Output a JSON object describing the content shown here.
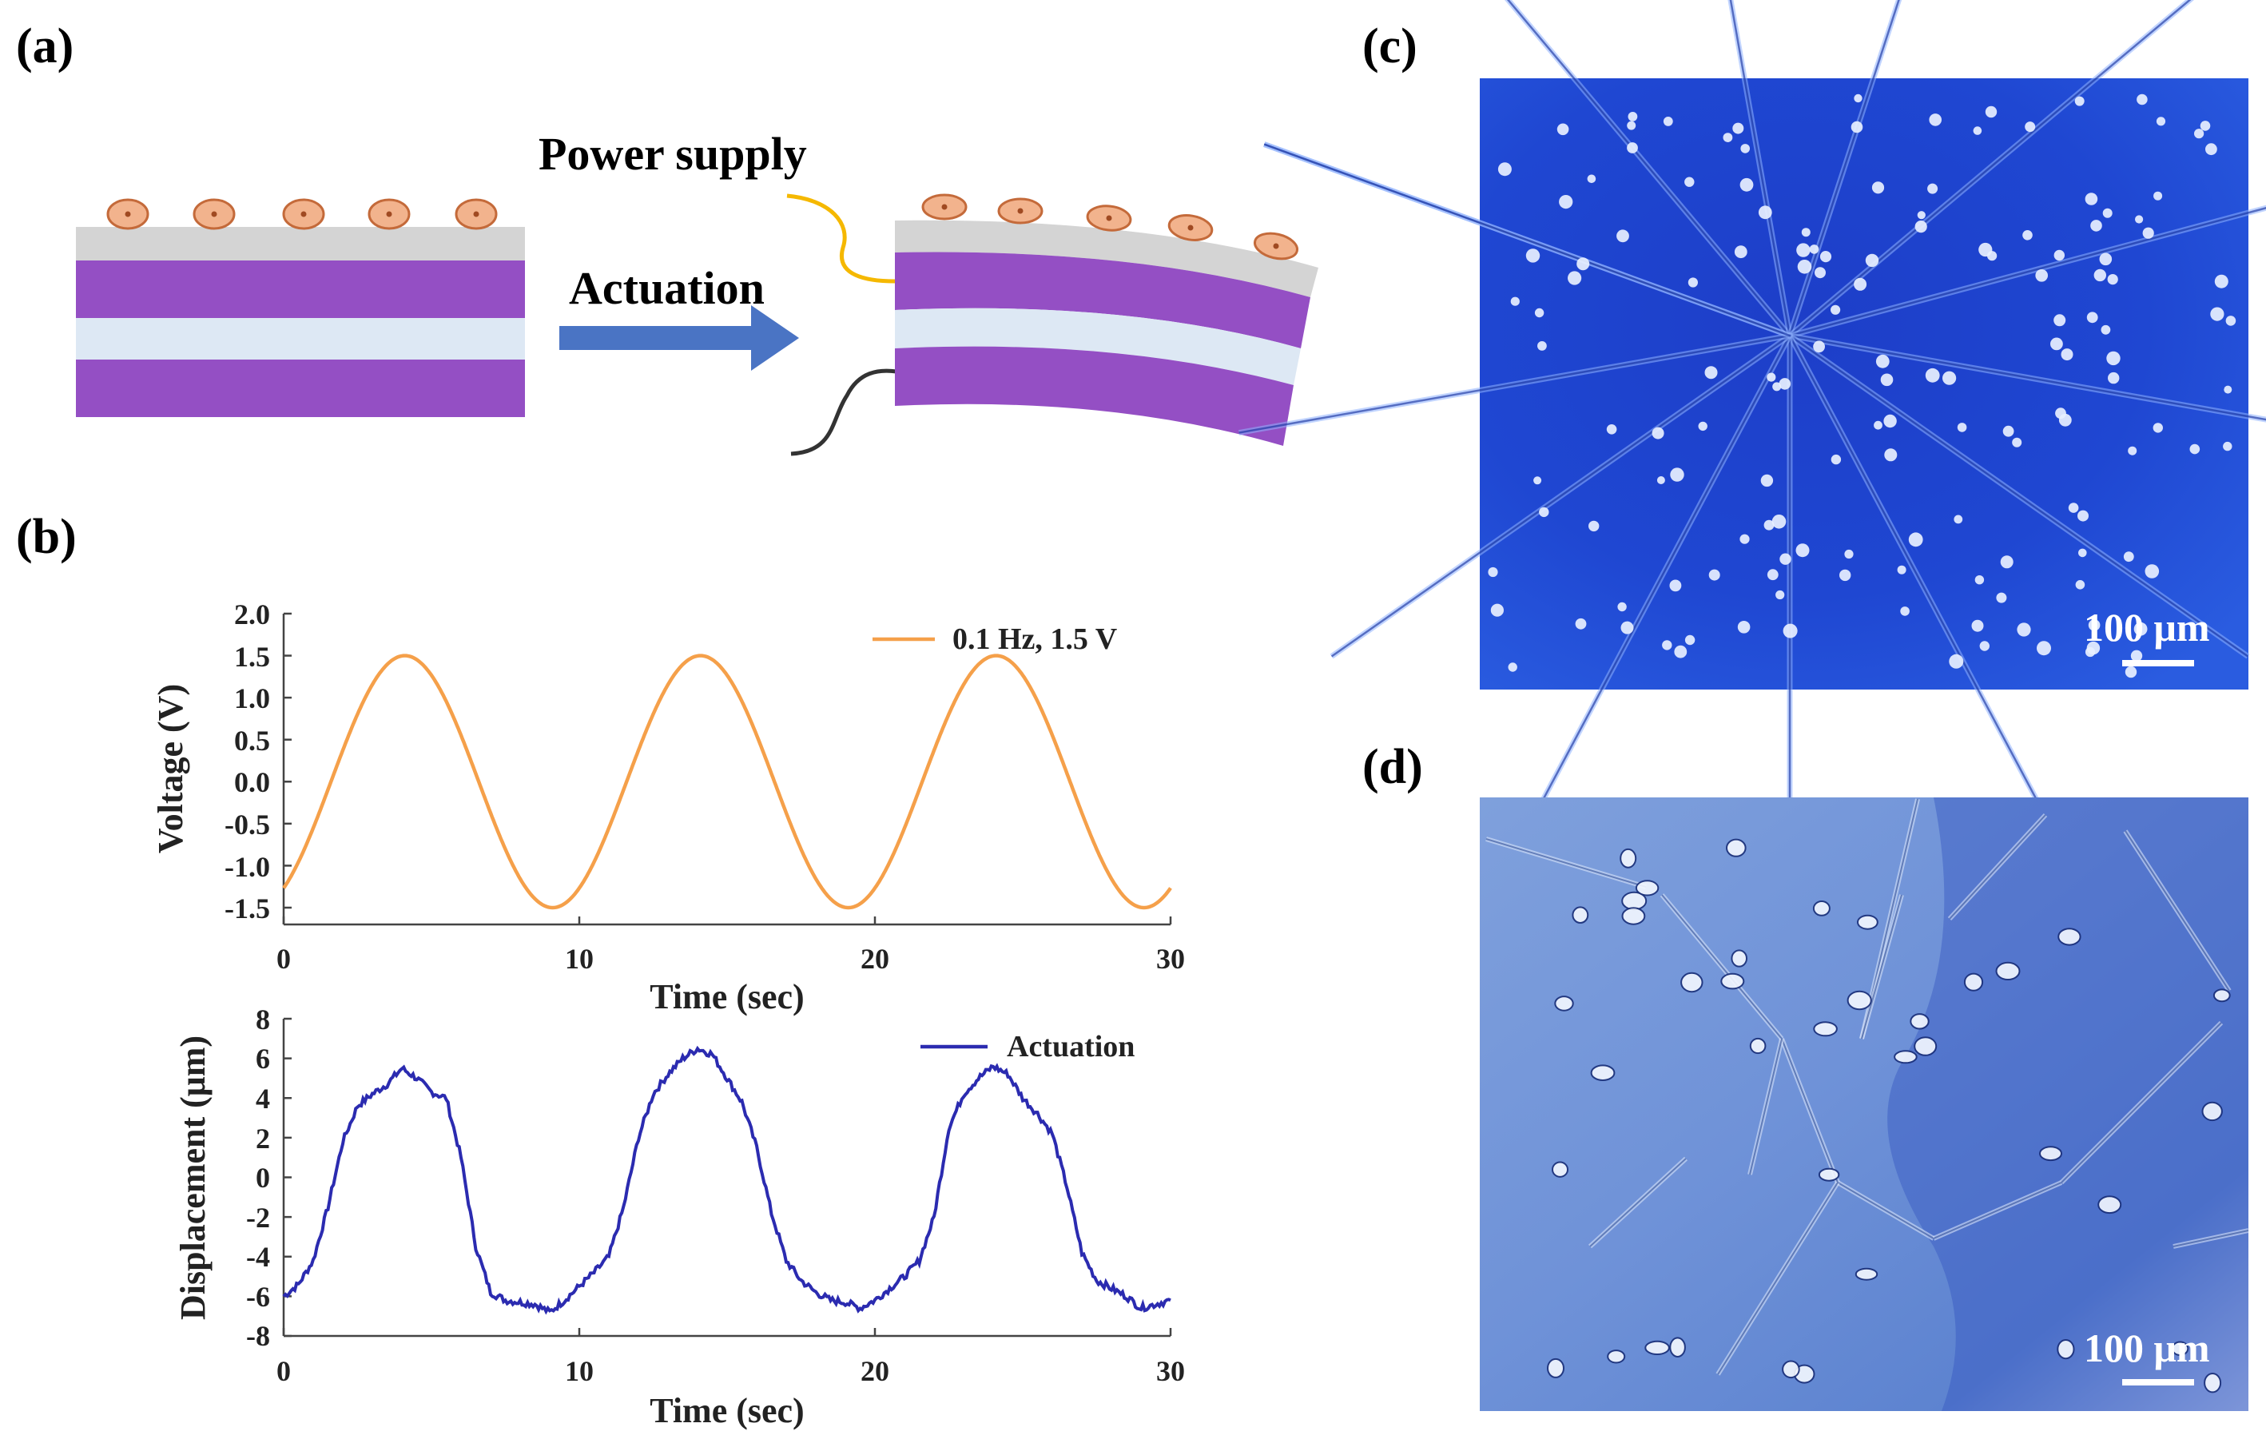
{
  "panels": {
    "a": "(a)",
    "b": "(b)",
    "c": "(c)",
    "d": "(d)"
  },
  "diagram": {
    "power_supply": "Power supply",
    "actuation": "Actuation",
    "colors": {
      "purple": "#944fc4",
      "light_blue": "#dde8f4",
      "gray": "#d4d4d4",
      "cell": "#f2b38d",
      "cell_edge": "#c46a3a",
      "arrow": "#4a74c4",
      "wire_pos": "#f5b800",
      "wire_neg": "#333333"
    }
  },
  "chart_data": [
    {
      "type": "line",
      "xlabel": "Time (sec)",
      "ylabel": "Voltage (V)",
      "xlim": [
        0,
        30
      ],
      "ylim": [
        -1.7,
        2.0
      ],
      "xticks": [
        "0",
        "10",
        "20",
        "30"
      ],
      "yticks": [
        "2.0",
        "1.5",
        "1.0",
        "0.5",
        "0.0",
        "-0.5",
        "-1.0",
        "-1.5"
      ],
      "legend_position": "top-right",
      "series": [
        {
          "name": "0.1 Hz, 1.5 V",
          "color": "#f5a04a",
          "function": "sine",
          "amplitude": 1.5,
          "frequency": 0.1,
          "x_range": [
            0,
            30
          ],
          "peaks_at": [
            4.1,
            14.1,
            24.1
          ]
        }
      ]
    },
    {
      "type": "line",
      "xlabel": "Time (sec)",
      "ylabel": "Displacement (μm)",
      "xlim": [
        0,
        30
      ],
      "ylim": [
        -8,
        8
      ],
      "xticks": [
        "0",
        "10",
        "20",
        "30"
      ],
      "yticks": [
        "8",
        "6",
        "4",
        "2",
        "0",
        "-2",
        "-4",
        "-6",
        "-8"
      ],
      "legend_position": "top-right",
      "series": [
        {
          "name": "Actuation",
          "color": "#2b2bb0",
          "x": [
            0,
            0.5,
            1,
            1.5,
            2,
            2.5,
            3,
            3.5,
            4,
            4.5,
            5,
            5.5,
            6,
            6.5,
            7,
            7.5,
            8,
            8.5,
            9,
            9.5,
            10,
            10.5,
            11,
            11.5,
            12,
            12.5,
            13,
            13.5,
            14,
            14.5,
            15,
            15.5,
            16,
            16.5,
            17,
            17.5,
            18,
            18.5,
            19,
            19.5,
            20,
            20.5,
            21,
            21.5,
            22,
            22.5,
            23,
            23.5,
            24,
            24.5,
            25,
            25.5,
            26,
            26.5,
            27,
            27.5,
            28,
            28.5,
            29,
            29.5,
            30
          ],
          "y": [
            -6.0,
            -5.4,
            -4.2,
            -1.5,
            1.8,
            3.6,
            4.2,
            4.7,
            5.5,
            5.0,
            4.3,
            4.0,
            1.0,
            -3.5,
            -5.8,
            -6.2,
            -6.3,
            -6.4,
            -6.8,
            -6.2,
            -5.5,
            -4.8,
            -4.0,
            -1.5,
            2.0,
            4.2,
            5.2,
            6.0,
            6.5,
            6.2,
            5.0,
            3.8,
            1.5,
            -1.8,
            -4.2,
            -5.2,
            -5.8,
            -6.2,
            -6.3,
            -6.6,
            -6.2,
            -5.6,
            -5.0,
            -4.2,
            -2.0,
            2.5,
            4.2,
            5.0,
            5.6,
            5.2,
            4.0,
            3.2,
            2.2,
            -0.5,
            -3.8,
            -5.2,
            -5.6,
            -6.0,
            -6.6,
            -6.4,
            -6.2
          ]
        }
      ]
    }
  ],
  "micrographs": {
    "c_scale": "100 μm",
    "d_scale": "100 μm"
  }
}
